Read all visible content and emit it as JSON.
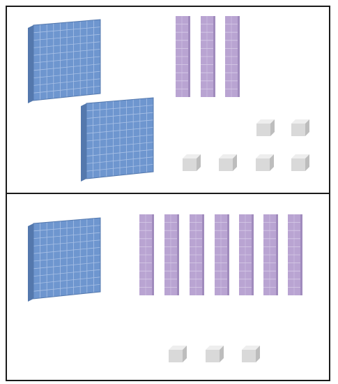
{
  "colors": {
    "hundred_flat_face": "#6e96cf",
    "hundred_flat_side": "#5478ad",
    "hundred_flat_grid": "#a9c1e6",
    "ten_rod_face": "#b9a4d2",
    "ten_rod_side": "#a08bbd",
    "ten_rod_grid": "#d8cbe8",
    "unit_cube_front": "#d9d9d9",
    "unit_cube_top": "#eeeeee",
    "unit_cube_side": "#bdbdbd",
    "border": "#1a1a1a"
  },
  "panels": [
    {
      "hundreds": 2,
      "tens": 3,
      "ones": 6
    },
    {
      "hundreds": 1,
      "tens": 7,
      "ones": 3
    }
  ]
}
